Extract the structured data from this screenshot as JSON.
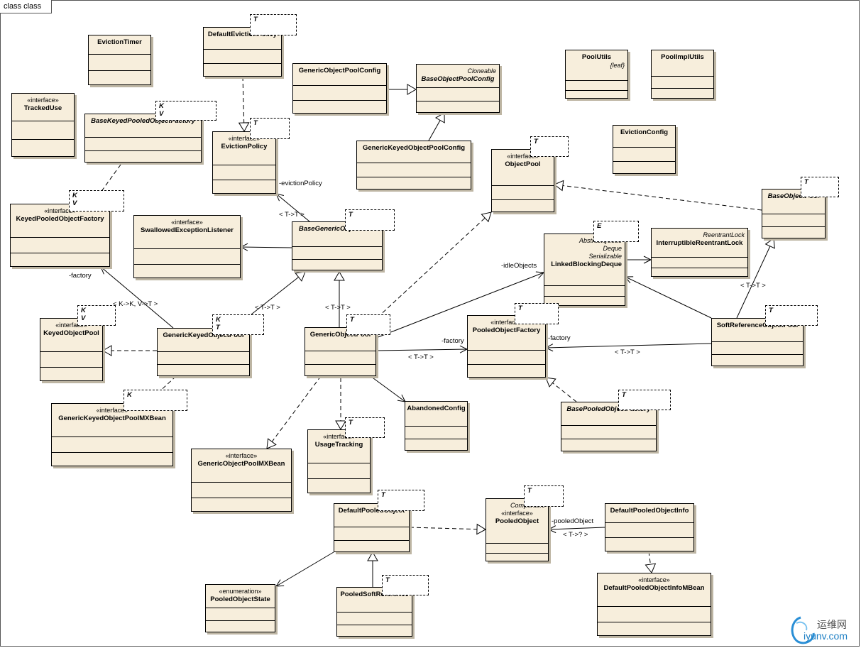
{
  "frame": {
    "title": "class class"
  },
  "classes": [
    {
      "id": "EvictionTimer",
      "name": "EvictionTimer"
    },
    {
      "id": "DefaultEvictionPolicy",
      "name": "DefaultEvictionPolicy",
      "tparams": "T"
    },
    {
      "id": "GenericObjectPoolConfig",
      "name": "GenericObjectPoolConfig"
    },
    {
      "id": "BaseObjectPoolConfig",
      "name": "BaseObjectPoolConfig",
      "abstract": true,
      "note": "Cloneable"
    },
    {
      "id": "PoolUtils",
      "name": "PoolUtils",
      "tag": "{leaf}"
    },
    {
      "id": "PoolImplUtils",
      "name": "PoolImplUtils"
    },
    {
      "id": "TrackedUse",
      "name": "TrackedUse",
      "stereotype": "«interface»"
    },
    {
      "id": "BaseKeyedPooledObjectFactory",
      "name": "BaseKeyedPooledObjectFactory",
      "abstract": true,
      "tparams": "K\nV"
    },
    {
      "id": "EvictionPolicy",
      "name": "EvictionPolicy",
      "stereotype": "«interface»",
      "tparams": "T"
    },
    {
      "id": "GenericKeyedObjectPoolConfig",
      "name": "GenericKeyedObjectPoolConfig"
    },
    {
      "id": "EvictionConfig",
      "name": "EvictionConfig"
    },
    {
      "id": "ObjectPool",
      "name": "ObjectPool",
      "stereotype": "«interface»",
      "tparams": "T"
    },
    {
      "id": "BaseObjectPool",
      "name": "BaseObjectPool",
      "abstract": true,
      "tparams": "T"
    },
    {
      "id": "KeyedPooledObjectFactory",
      "name": "KeyedPooledObjectFactory",
      "stereotype": "«interface»",
      "tparams": "K\nV"
    },
    {
      "id": "SwallowedExceptionListener",
      "name": "SwallowedExceptionListener",
      "stereotype": "«interface»"
    },
    {
      "id": "BaseGenericObjectPool",
      "name": "BaseGenericObjectPool",
      "abstract": true,
      "tparams": "T"
    },
    {
      "id": "LinkedBlockingDeque",
      "name": "LinkedBlockingDeque",
      "tparams": "E",
      "notes": [
        "AbstractQueue",
        "Deque",
        "Serializable"
      ]
    },
    {
      "id": "InterruptibleReentrantLock",
      "name": "InterruptibleReentrantLock",
      "note": "ReentrantLock"
    },
    {
      "id": "KeyedObjectPool",
      "name": "KeyedObjectPool",
      "stereotype": "«interface»",
      "tparams": "K\nV"
    },
    {
      "id": "GenericKeyedObjectPool",
      "name": "GenericKeyedObjectPool",
      "tparams": "K\nT"
    },
    {
      "id": "GenericObjectPool",
      "name": "GenericObjectPool",
      "tparams": "T"
    },
    {
      "id": "PooledObjectFactory",
      "name": "PooledObjectFactory",
      "stereotype": "«interface»",
      "tparams": "T"
    },
    {
      "id": "SoftReferenceObjectPool",
      "name": "SoftReferenceObjectPool",
      "tparams": "T"
    },
    {
      "id": "GenericKeyedObjectPoolMXBean",
      "name": "GenericKeyedObjectPoolMXBean",
      "stereotype": "«interface»",
      "tparams": "K"
    },
    {
      "id": "AbandonedConfig",
      "name": "AbandonedConfig"
    },
    {
      "id": "BasePooledObjectFactory",
      "name": "BasePooledObjectFactory",
      "abstract": true,
      "tparams": "T"
    },
    {
      "id": "UsageTracking",
      "name": "UsageTracking",
      "stereotype": "«interface»",
      "tparams": "T"
    },
    {
      "id": "GenericObjectPoolMXBean",
      "name": "GenericObjectPoolMXBean",
      "stereotype": "«interface»"
    },
    {
      "id": "DefaultPooledObject",
      "name": "DefaultPooledObject",
      "tparams": "T"
    },
    {
      "id": "PooledObject",
      "name": "PooledObject",
      "stereotype": "«interface»",
      "tparams": "T",
      "note": "Comparable"
    },
    {
      "id": "DefaultPooledObjectInfo",
      "name": "DefaultPooledObjectInfo"
    },
    {
      "id": "PooledObjectState",
      "name": "PooledObjectState",
      "stereotype": "«enumeration»"
    },
    {
      "id": "PooledSoftReference",
      "name": "PooledSoftReference",
      "tparams": "T"
    },
    {
      "id": "DefaultPooledObjectInfoMBean",
      "name": "DefaultPooledObjectInfoMBean",
      "stereotype": "«interface»"
    }
  ],
  "relations": [
    {
      "from": "GenericObjectPoolConfig",
      "to": "BaseObjectPoolConfig",
      "kind": "generalization"
    },
    {
      "from": "GenericKeyedObjectPoolConfig",
      "to": "BaseObjectPoolConfig",
      "kind": "generalization"
    },
    {
      "from": "DefaultEvictionPolicy",
      "to": "EvictionPolicy",
      "kind": "realization"
    },
    {
      "from": "BaseKeyedPooledObjectFactory",
      "to": "KeyedPooledObjectFactory",
      "kind": "realization"
    },
    {
      "from": "BaseGenericObjectPool",
      "to": "EvictionPolicy",
      "kind": "association",
      "role": "-evictionPolicy",
      "binding": "< T->T >"
    },
    {
      "from": "BaseGenericObjectPool",
      "to": "SwallowedExceptionListener",
      "kind": "association"
    },
    {
      "from": "BaseObjectPool",
      "to": "ObjectPool",
      "kind": "realization"
    },
    {
      "from": "GenericObjectPool",
      "to": "ObjectPool",
      "kind": "realization"
    },
    {
      "from": "GenericKeyedObjectPool",
      "to": "KeyedPooledObjectFactory",
      "kind": "association",
      "role": "-factory",
      "binding": "< K->K, V->T >"
    },
    {
      "from": "GenericKeyedObjectPool",
      "to": "BaseGenericObjectPool",
      "kind": "generalization",
      "binding": "< T->T >"
    },
    {
      "from": "GenericKeyedObjectPool",
      "to": "KeyedObjectPool",
      "kind": "realization"
    },
    {
      "from": "GenericKeyedObjectPool",
      "to": "GenericKeyedObjectPoolMXBean",
      "kind": "realization"
    },
    {
      "from": "GenericObjectPool",
      "to": "BaseGenericObjectPool",
      "kind": "generalization",
      "binding": "< T->T >"
    },
    {
      "from": "GenericObjectPool",
      "to": "LinkedBlockingDeque",
      "kind": "association",
      "role": "-idleObjects"
    },
    {
      "from": "GenericObjectPool",
      "to": "PooledObjectFactory",
      "kind": "association",
      "role": "-factory",
      "binding": "< T->T >"
    },
    {
      "from": "GenericObjectPool",
      "to": "AbandonedConfig",
      "kind": "association"
    },
    {
      "from": "GenericObjectPool",
      "to": "GenericObjectPoolMXBean",
      "kind": "realization"
    },
    {
      "from": "GenericObjectPool",
      "to": "UsageTracking",
      "kind": "realization"
    },
    {
      "from": "LinkedBlockingDeque",
      "to": "InterruptibleReentrantLock",
      "kind": "association"
    },
    {
      "from": "SoftReferenceObjectPool",
      "to": "BaseObjectPool",
      "kind": "generalization",
      "binding": "< T->T >"
    },
    {
      "from": "SoftReferenceObjectPool",
      "to": "LinkedBlockingDeque",
      "kind": "association"
    },
    {
      "from": "SoftReferenceObjectPool",
      "to": "PooledObjectFactory",
      "kind": "association",
      "role": "-factory",
      "binding": "< T->T >"
    },
    {
      "from": "BasePooledObjectFactory",
      "to": "PooledObjectFactory",
      "kind": "realization"
    },
    {
      "from": "DefaultPooledObject",
      "to": "PooledObject",
      "kind": "realization"
    },
    {
      "from": "DefaultPooledObject",
      "to": "PooledObjectState",
      "kind": "association"
    },
    {
      "from": "PooledSoftReference",
      "to": "DefaultPooledObject",
      "kind": "generalization"
    },
    {
      "from": "DefaultPooledObjectInfo",
      "to": "PooledObject",
      "kind": "association",
      "role": "-pooledObject",
      "binding": "< T->? >"
    },
    {
      "from": "DefaultPooledObjectInfo",
      "to": "DefaultPooledObjectInfoMBean",
      "kind": "realization"
    }
  ],
  "watermark": {
    "text": "运维网",
    "domain": "iyunv.com"
  }
}
